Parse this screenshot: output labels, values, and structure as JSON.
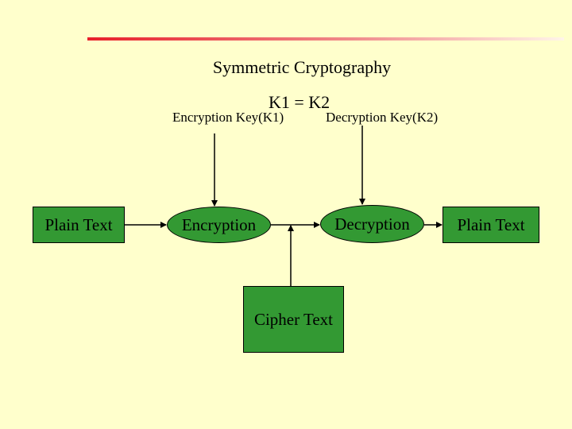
{
  "title": "Symmetric Cryptography",
  "equation": "K1 = K2",
  "keys": {
    "encryption": "Encryption Key(K1)",
    "decryption": "Decryption Key(K2)"
  },
  "nodes": {
    "plain_text_left": "Plain Text",
    "encryption": "Encryption",
    "decryption": "Decryption",
    "plain_text_right": "Plain Text",
    "cipher_text": "Cipher Text"
  },
  "colors": {
    "background": "#ffffcc",
    "node_fill": "#339933",
    "rule_start": "#e8202a"
  }
}
